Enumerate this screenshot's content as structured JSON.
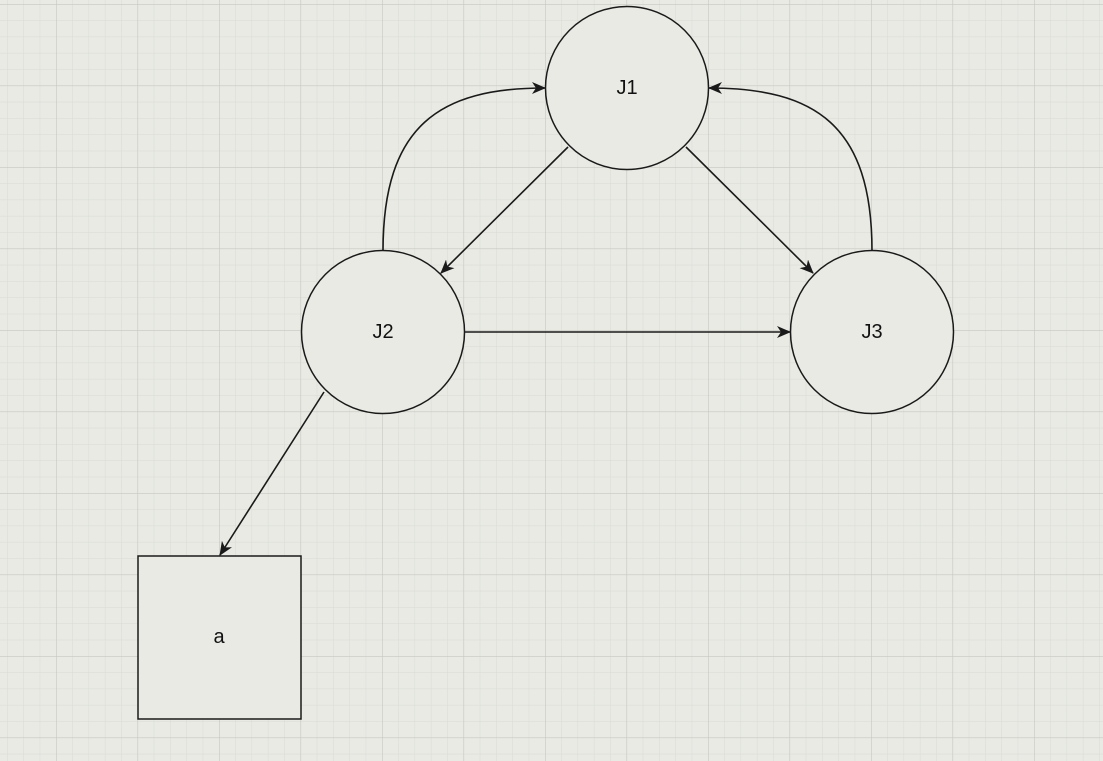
{
  "diagram": {
    "nodes": [
      {
        "id": "j1",
        "label": "J1",
        "shape": "circle"
      },
      {
        "id": "j2",
        "label": "J2",
        "shape": "circle"
      },
      {
        "id": "j3",
        "label": "J3",
        "shape": "circle"
      },
      {
        "id": "a",
        "label": "a",
        "shape": "square"
      }
    ],
    "edges": [
      {
        "from": "j1",
        "to": "j2"
      },
      {
        "from": "j1",
        "to": "j3"
      },
      {
        "from": "j2",
        "to": "j1"
      },
      {
        "from": "j3",
        "to": "j1"
      },
      {
        "from": "j2",
        "to": "j3"
      },
      {
        "from": "j2",
        "to": "a"
      }
    ],
    "colors": {
      "background": "#e9eae4",
      "grid_minor": "#d6d7d1",
      "grid_major": "#c7c8c2",
      "stroke": "#1a1a1a"
    }
  }
}
